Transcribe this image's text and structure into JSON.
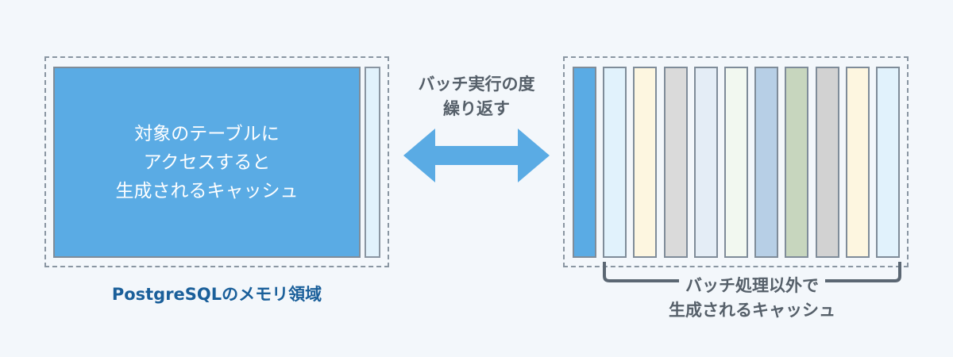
{
  "left": {
    "block_lines": [
      "対象のテーブルに",
      "アクセスすると",
      "生成されるキャッシュ"
    ],
    "caption": "PostgreSQLのメモリ領域"
  },
  "middle": {
    "label_lines": [
      "バッチ実行の度",
      "繰り返す"
    ]
  },
  "right": {
    "columns": [
      {
        "color": "#5aabe4"
      },
      {
        "color": "#e1f2fc"
      },
      {
        "color": "#fdf6e0"
      },
      {
        "color": "#dadada"
      },
      {
        "color": "#e4edf6"
      },
      {
        "color": "#f2f8f0"
      },
      {
        "color": "#b7cfe6"
      },
      {
        "color": "#c7d6be"
      },
      {
        "color": "#d2d2d2"
      },
      {
        "color": "#fdf6e0"
      },
      {
        "color": "#e1f2fc"
      }
    ],
    "caption_lines": [
      "バッチ処理以外で",
      "生成されるキャッシュ"
    ]
  },
  "colors": {
    "accent_blue": "#5aabe4",
    "caption_blue": "#1a5f9a",
    "text_gray": "#555f69",
    "border_gray": "#8a96a2"
  }
}
